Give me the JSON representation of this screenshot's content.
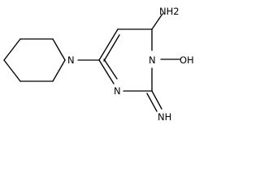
{
  "molecule": {
    "atoms": {
      "amine": "NH2",
      "n_hydroxy": "N",
      "hydroxy": "OH",
      "ring_n": "N",
      "piperidine_n": "N",
      "imine": "NH"
    }
  },
  "colors": {
    "bond": "#000000",
    "text": "#000000",
    "background": "#ffffff"
  }
}
